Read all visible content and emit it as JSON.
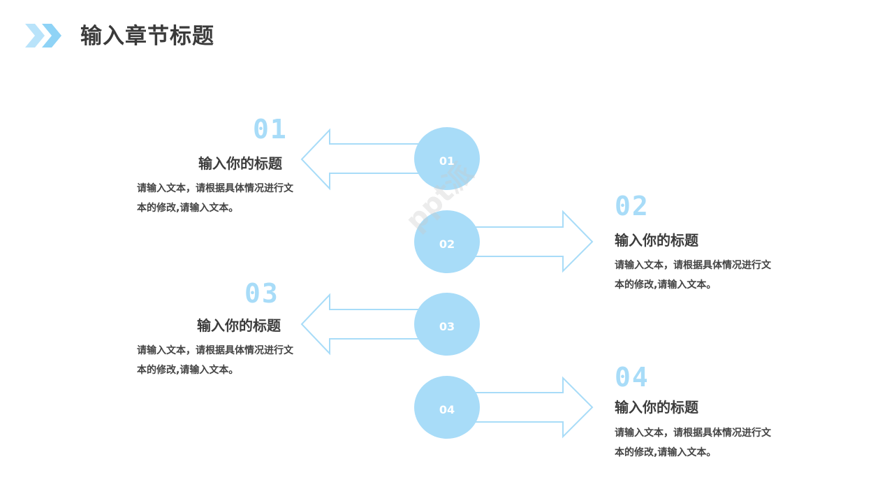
{
  "header": {
    "title": "输入章节标题"
  },
  "colors": {
    "accent": "#a8dcf8",
    "title": "#3a3a3a",
    "text": "#444444"
  },
  "items": [
    {
      "num": "01",
      "title": "输入你的标题",
      "text": "请输入文本，请根据具体情况进行文本的修改,请输入文本。"
    },
    {
      "num": "02",
      "title": "输入你的标题",
      "text": "请输入文本，请根据具体情况进行文本的修改,请输入文本。"
    },
    {
      "num": "03",
      "title": "输入你的标题",
      "text": "请输入文本，请根据具体情况进行文本的修改,请输入文本。"
    },
    {
      "num": "04",
      "title": "输入你的标题",
      "text": "请输入文本，请根据具体情况进行文本的修改,请输入文本。"
    }
  ],
  "watermark": "ppt派"
}
